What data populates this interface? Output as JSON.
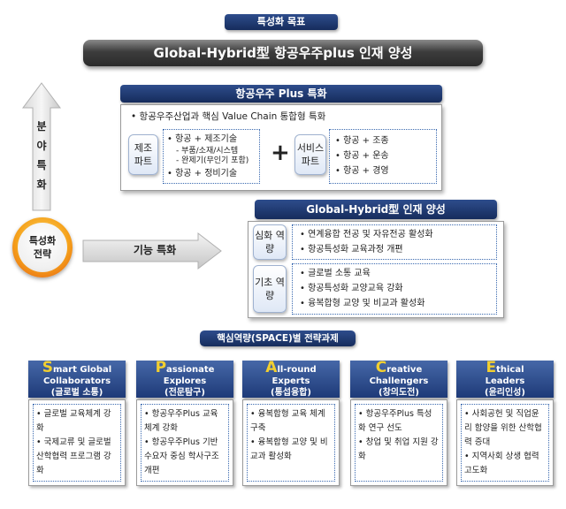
{
  "header": {
    "tag": "특성화 목표",
    "title": "Global-Hybrid型 항공우주plus 인재 양성"
  },
  "left": {
    "vertical_arrow_label": "분야 특화",
    "circle_label": "특성화 전략",
    "horizontal_arrow_label": "기능 특화"
  },
  "top_panel": {
    "title": "항공우주 Plus 특화",
    "intro": "항공우주산업과 핵심 Value Chain 통합형 특화",
    "left_chip": "제조 파트",
    "left_items": [
      "항공 + 제조기술",
      "항공 + 정비기술"
    ],
    "left_subitems": [
      "부품/소재/시스템",
      "완제기(무인기 포함)"
    ],
    "plus": "+",
    "right_chip": "서비스 파트",
    "right_items": [
      "항공 + 조종",
      "항공 + 운송",
      "항공 + 경영"
    ]
  },
  "mid_panel": {
    "title": "Global-Hybrid型 인재 양성",
    "rows": [
      {
        "chip": "심화 역량",
        "items": [
          "연계융합 전공 및 자유전공 활성화",
          "항공특성화 교육과정 개편"
        ]
      },
      {
        "chip": "기초 역량",
        "items": [
          "글로벌 소통 교육",
          "항공특성화 교양교육 강화",
          "융복합형 교양 및 비교과 활성화"
        ]
      }
    ]
  },
  "space": {
    "title": "핵심역량(SPACE)별 전략과제",
    "cards": [
      {
        "letter": "S",
        "rest": "mart Global",
        "line2": "Collaborators",
        "korean": "(글로벌 소통)",
        "items": [
          "글로벌 교육체계 강화",
          "국제교류 및 글로벌 산학협력 프로그램 강화"
        ]
      },
      {
        "letter": "P",
        "rest": "assionate",
        "line2": "Explores",
        "korean": "(전문탐구)",
        "items": [
          "항공우주Plus 교육체계 강화",
          "항공우주Plus 기반 수요자 중심 학사구조 개편"
        ]
      },
      {
        "letter": "A",
        "rest": "ll-round",
        "line2": "Experts",
        "korean": "(통섭융합)",
        "items": [
          "융복합형 교육 체계 구축",
          "융복합형 교양 및 비교과 활성화"
        ]
      },
      {
        "letter": "C",
        "rest": "reative",
        "line2": "Challengers",
        "korean": "(창의도전)",
        "items": [
          "항공우주Plus 특성화 연구 선도",
          "창업 및 취업 지원 강화"
        ]
      },
      {
        "letter": "E",
        "rest": "thical",
        "line2": "Leaders",
        "korean": "(윤리인성)",
        "items": [
          "사회공헌 및 직업윤리 함양을 위한 산학협력 증대",
          "지역사회 상생 협력 고도화"
        ]
      }
    ]
  }
}
